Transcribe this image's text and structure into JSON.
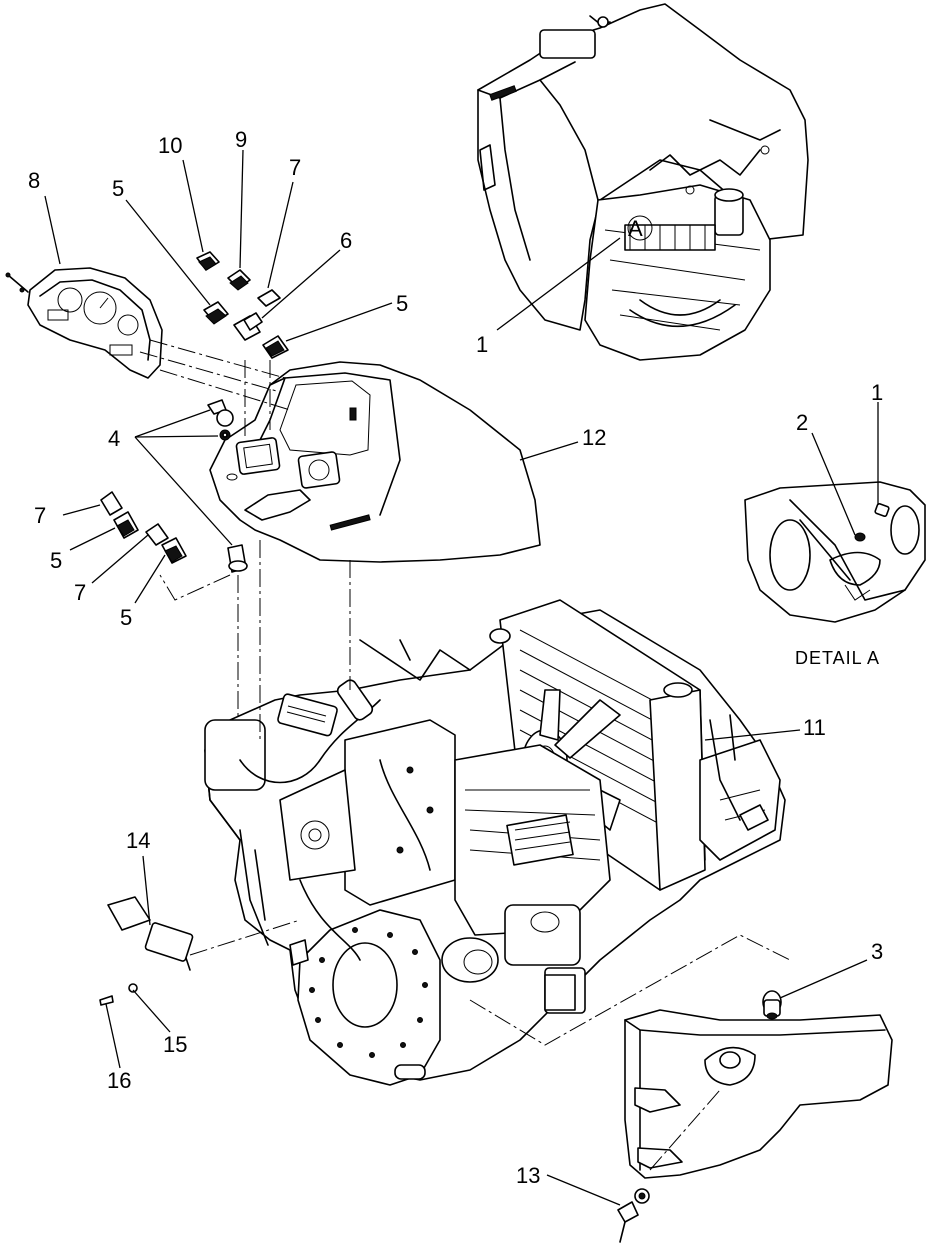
{
  "diagram": {
    "detail_caption": "DETAIL  A",
    "detail_marker": "A",
    "callouts": [
      {
        "id": "c1a",
        "text": "1"
      },
      {
        "id": "c1b",
        "text": "1"
      },
      {
        "id": "c2",
        "text": "2"
      },
      {
        "id": "c3",
        "text": "3"
      },
      {
        "id": "c4",
        "text": "4"
      },
      {
        "id": "c5a",
        "text": "5"
      },
      {
        "id": "c5b",
        "text": "5"
      },
      {
        "id": "c5c",
        "text": "5"
      },
      {
        "id": "c5d",
        "text": "5"
      },
      {
        "id": "c6",
        "text": "6"
      },
      {
        "id": "c7a",
        "text": "7"
      },
      {
        "id": "c7b",
        "text": "7"
      },
      {
        "id": "c7c",
        "text": "7"
      },
      {
        "id": "c8",
        "text": "8"
      },
      {
        "id": "c9",
        "text": "9"
      },
      {
        "id": "c10",
        "text": "10"
      },
      {
        "id": "c11",
        "text": "11"
      },
      {
        "id": "c12",
        "text": "12"
      },
      {
        "id": "c13",
        "text": "13"
      },
      {
        "id": "c14",
        "text": "14"
      },
      {
        "id": "c15",
        "text": "15"
      },
      {
        "id": "c16",
        "text": "16"
      }
    ]
  }
}
